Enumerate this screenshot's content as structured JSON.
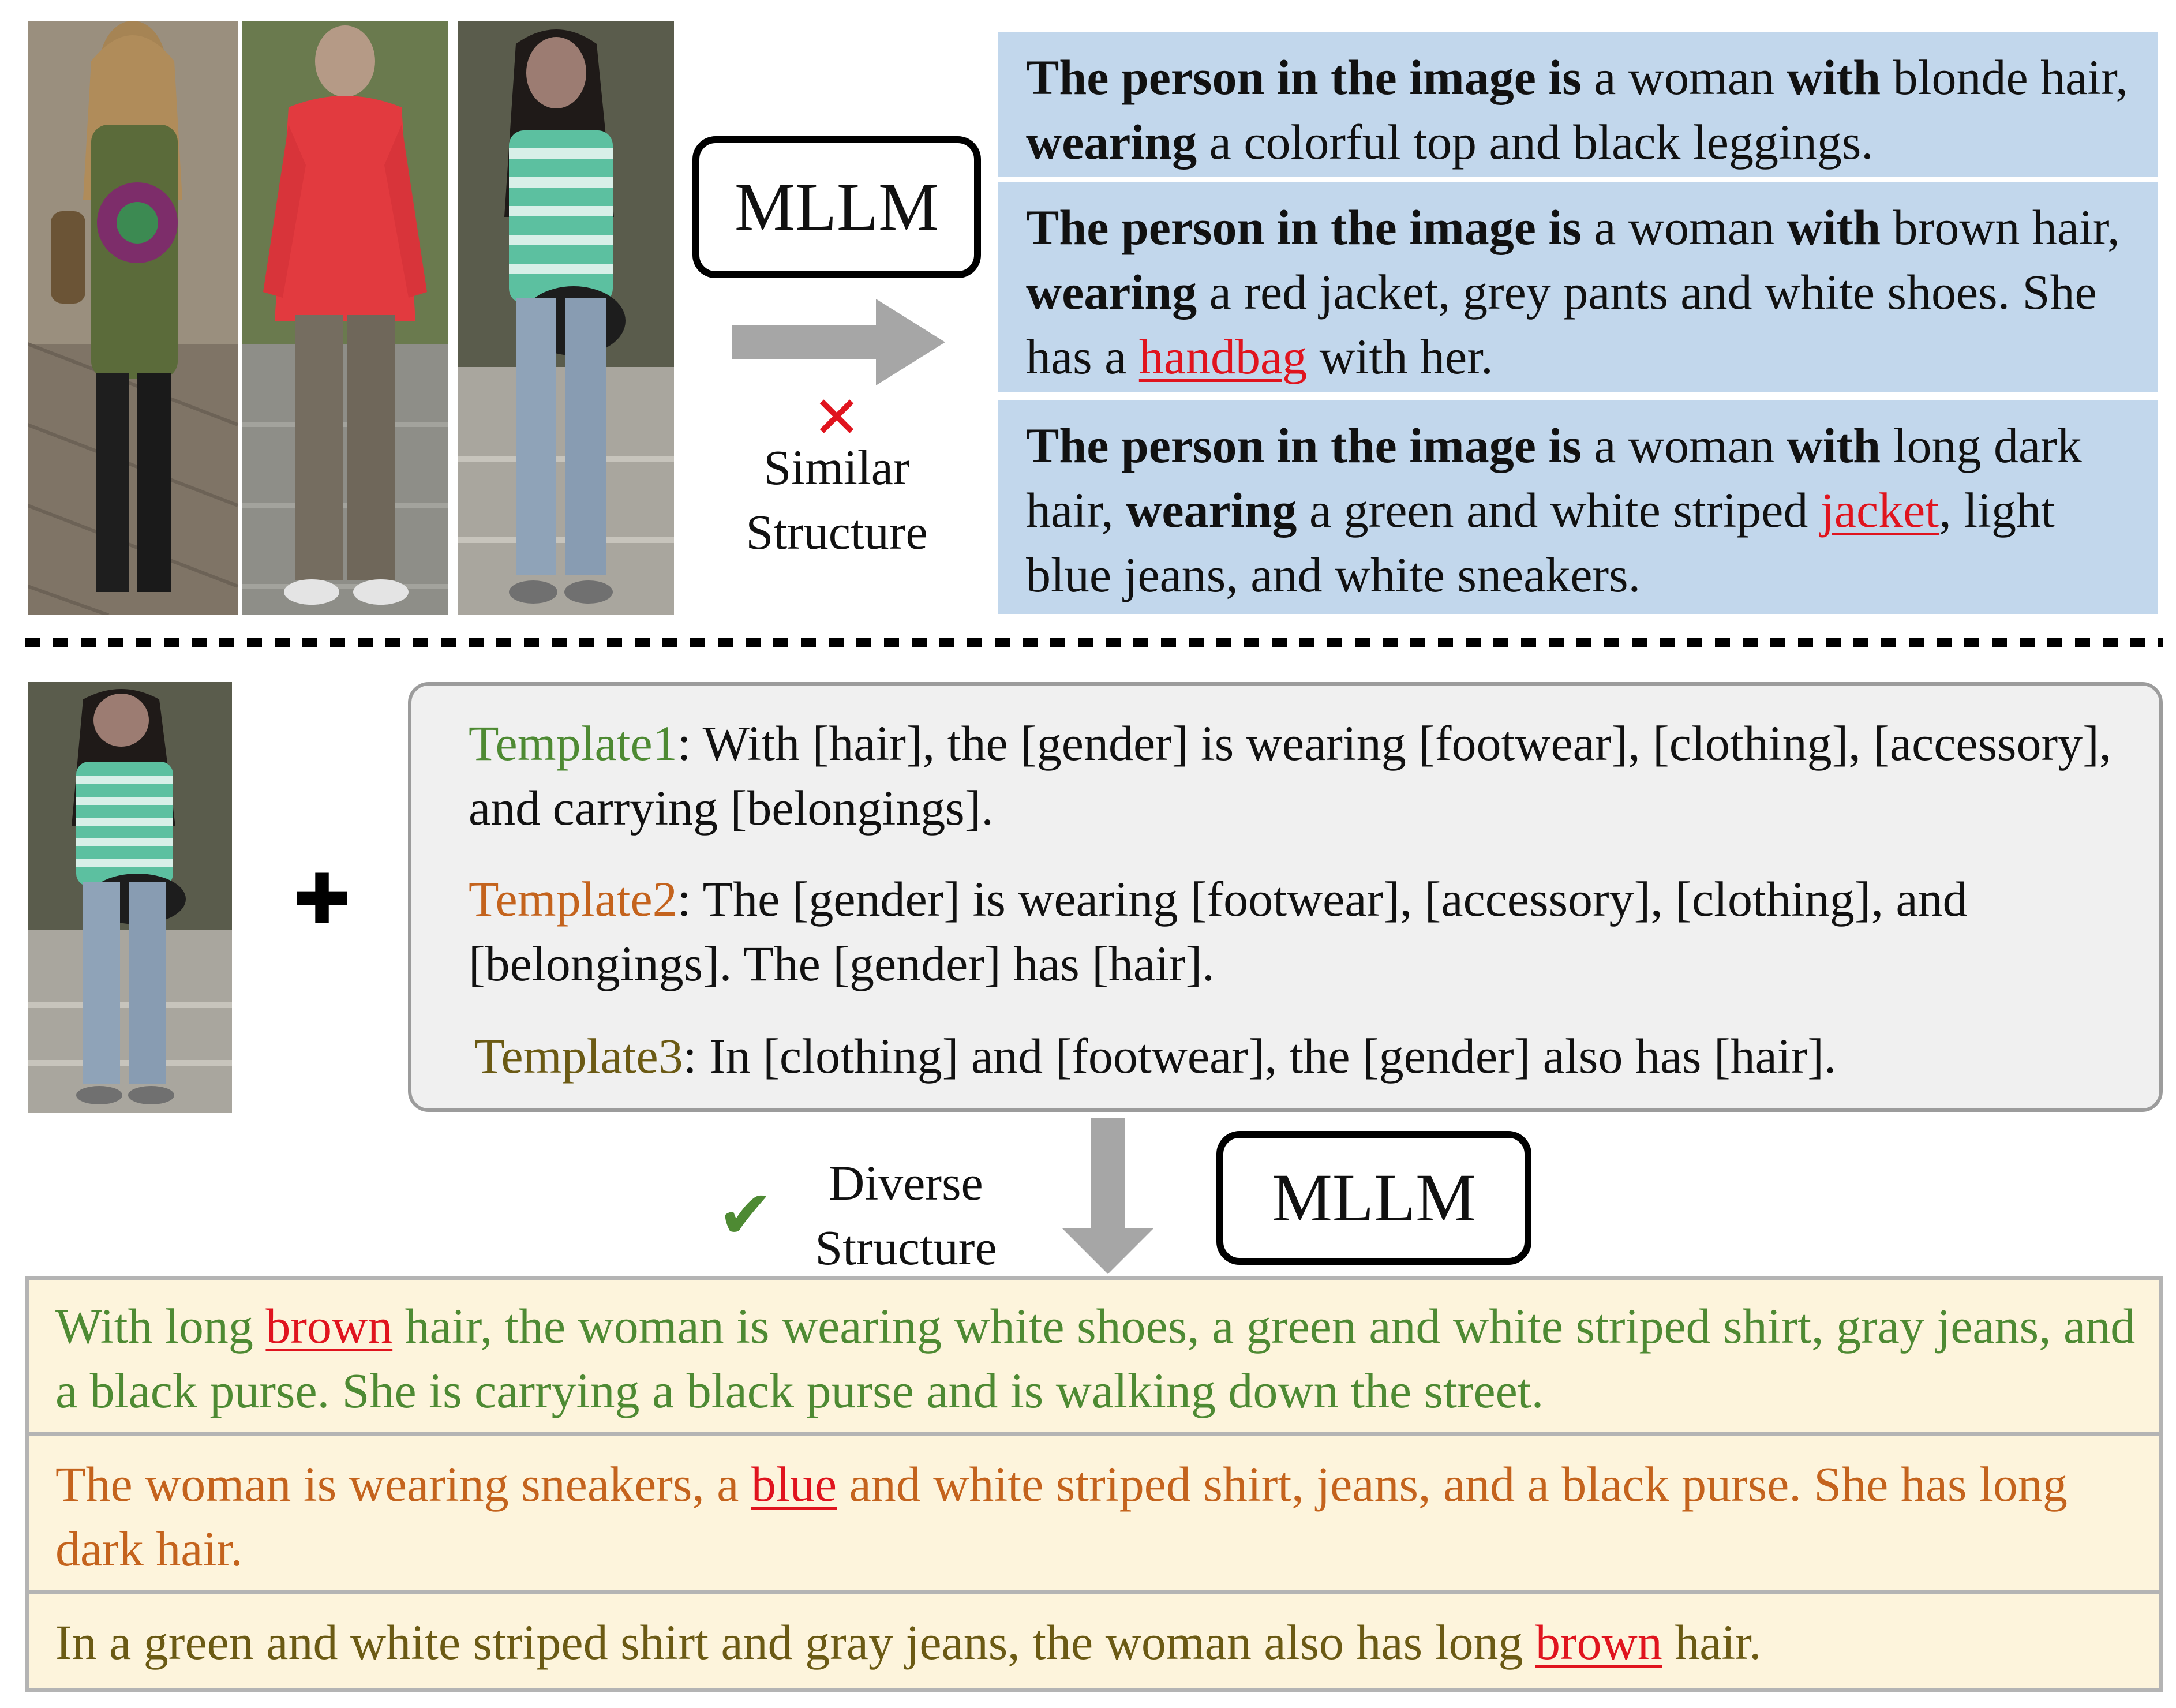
{
  "top": {
    "mllm_label": "MLLM",
    "negative_mark": "✕",
    "negative_label_line1": "Similar",
    "negative_label_line2": "Structure",
    "captions": [
      {
        "segments": [
          {
            "text": "The person in the image is",
            "style": "bold"
          },
          {
            "text": " a woman ",
            "style": "normal"
          },
          {
            "text": "with",
            "style": "bold"
          },
          {
            "text": " blonde hair, ",
            "style": "normal"
          },
          {
            "text": "wearing",
            "style": "bold"
          },
          {
            "text": " a colorful top and black leggings.",
            "style": "normal"
          }
        ]
      },
      {
        "segments": [
          {
            "text": "The person in the image is",
            "style": "bold"
          },
          {
            "text": " a woman ",
            "style": "normal"
          },
          {
            "text": "with",
            "style": "bold"
          },
          {
            "text": " brown hair, ",
            "style": "normal"
          },
          {
            "text": "wearing",
            "style": "bold"
          },
          {
            "text": " a red jacket, grey pants and white shoes. She has a ",
            "style": "normal"
          },
          {
            "text": "handbag",
            "style": "error"
          },
          {
            "text": " with her.",
            "style": "normal"
          }
        ]
      },
      {
        "segments": [
          {
            "text": "The person in the image is",
            "style": "bold"
          },
          {
            "text": " a woman ",
            "style": "normal"
          },
          {
            "text": "with",
            "style": "bold"
          },
          {
            "text": " long dark hair, ",
            "style": "normal"
          },
          {
            "text": "wearing",
            "style": "bold"
          },
          {
            "text": " a green and white striped ",
            "style": "normal"
          },
          {
            "text": "jacket",
            "style": "error"
          },
          {
            "text": ", light blue jeans, and white sneakers.",
            "style": "normal"
          }
        ]
      }
    ]
  },
  "templates": [
    {
      "name": "Template1",
      "text": ": With [hair], the [gender] is wearing [footwear], [clothing], [accessory], and carrying [belongings].",
      "color": "#4e8a33"
    },
    {
      "name": "Template2",
      "text": ": The [gender] is wearing [footwear], [accessory], [clothing], and [belongings]. The [gender] has [hair].",
      "color": "#c4631d"
    },
    {
      "name": "Template3",
      "text": ": In [clothing] and [footwear], the [gender] also has [hair].",
      "color": "#6b5a14"
    }
  ],
  "middle": {
    "plus_symbol": "✚",
    "positive_mark": "✔",
    "positive_label_line1": "Diverse",
    "positive_label_line2": "Structure",
    "mllm_label": "MLLM"
  },
  "bottom": {
    "captions": [
      {
        "color": "#4e8a33",
        "segments": [
          {
            "text": "With long ",
            "style": "normal"
          },
          {
            "text": "brown",
            "style": "error"
          },
          {
            "text": " hair, the woman is wearing white shoes, a green and white striped shirt, gray jeans, and a black purse. She is carrying a black purse and is walking down the street.",
            "style": "normal"
          }
        ]
      },
      {
        "color": "#c4631d",
        "segments": [
          {
            "text": "The woman is wearing sneakers, a ",
            "style": "normal"
          },
          {
            "text": "blue",
            "style": "error"
          },
          {
            "text": " and white striped shirt, jeans, and a black purse. She has long dark hair.",
            "style": "normal"
          }
        ]
      },
      {
        "color": "#6b5a14",
        "segments": [
          {
            "text": "In a green and white striped shirt and gray jeans, the woman also has long ",
            "style": "normal"
          },
          {
            "text": "brown",
            "style": "error"
          },
          {
            "text": " hair.",
            "style": "normal"
          }
        ]
      }
    ]
  },
  "colors": {
    "caption_blue_bg": "#c2d7ec",
    "template_panel_bg": "#f0f0f0",
    "bottom_panel_bg": "#fdf4dc",
    "error_red": "#e0141e",
    "check_green": "#4e8a33",
    "arrow_gray": "#a6a6a6"
  }
}
